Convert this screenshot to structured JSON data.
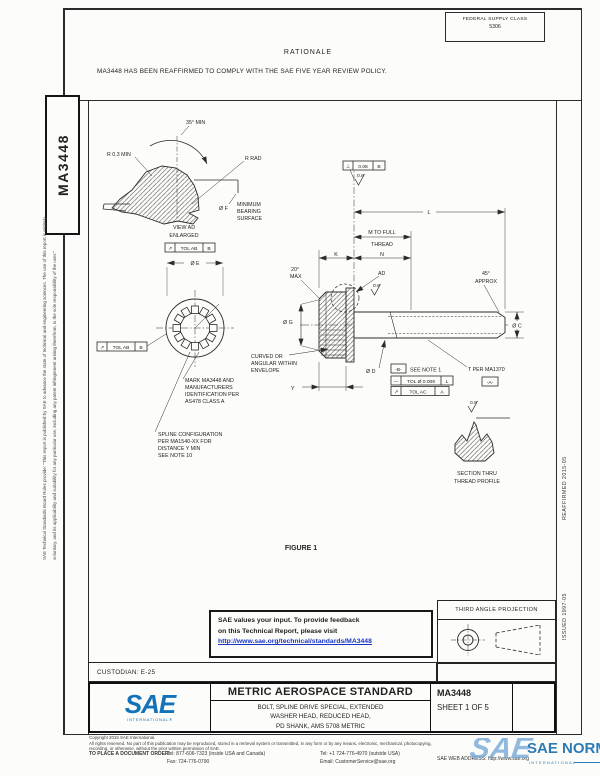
{
  "rationale": {
    "heading": "RATIONALE",
    "body": "MA3448 HAS BEEN REAFFIRMED TO COMPLY WITH THE SAE FIVE YEAR REVIEW POLICY."
  },
  "fsc_box": {
    "label": "FEDERAL SUPPLY CLASS",
    "value": "5306"
  },
  "side_tab": {
    "doc_number": "MA3448"
  },
  "margins": {
    "left_line1": "SAE Technical Standards Board Rules provide: \"This report is published by SAE to advance the state of technical and engineering sciences. The use of this report is entirely",
    "left_line2": "voluntary, and its applicability and suitability for any particular use, including any patent infringement arising therefrom, is the sole responsibility of the user.\"",
    "issued": "ISSUED 1997-05",
    "reaffirmed": "REAFFIRMED 2015-05"
  },
  "figure": {
    "caption": "FIGURE 1",
    "view_ad": {
      "angle": "35° MIN",
      "r_min": "R 0.3 MIN",
      "r_rad": "R RAD",
      "dia_f": "Ø F",
      "bearing": [
        "MINIMUM",
        "BEARING",
        "SURFACE"
      ],
      "caption": [
        "VIEW AD",
        "ENLARGED"
      ]
    },
    "fcf_top": {
      "sym": "↗",
      "tol": "TOL AB",
      "datum": "B"
    },
    "fcf_left": {
      "sym": "↗",
      "tol": "TOL AB",
      "datum": "B"
    },
    "dia_e": "Ø E",
    "mark_note": [
      "MARK MA3448 AND",
      "MANUFACTURERS",
      "IDENTIFICATION PER",
      "AS478 CLASS A"
    ],
    "spline_note": [
      "SPLINE CONFIGURATION",
      "PER MA1540-XX FOR",
      "DISTANCE Y MIN",
      "SEE NOTE 10"
    ],
    "perp_fcf": {
      "sym": "⊥",
      "tol": "0.08",
      "datum": "B"
    },
    "roughness": "0.8",
    "dims": {
      "l": "L",
      "m": [
        "M TO FULL",
        "THREAD"
      ],
      "k": "K",
      "n": "N",
      "y": "Y",
      "dia_g": "Ø G",
      "dia_c": "Ø C",
      "dia_d": "Ø D"
    },
    "labels": {
      "ad": "AD",
      "angle20": [
        "20°",
        "MAX"
      ],
      "angle45": [
        "45°",
        "APPROX"
      ],
      "curved": [
        "CURVED OR",
        "ANGULAR WITHIN",
        "ENVELOPE"
      ],
      "thread": "T PER MA1370",
      "see_note": "SEE NOTE 1",
      "datum_a": "-A-",
      "datum_b": "-B-",
      "section": [
        "SECTION THRU",
        "THREAD PROFILE"
      ]
    },
    "fcf_straight": {
      "sym": "—",
      "tol": "TOL Ø 0.009",
      "mod": "L"
    },
    "fcf_runout": {
      "sym": "↗",
      "tol": "TOL AC",
      "datum": "A"
    }
  },
  "feedback_box": {
    "line1": "SAE values your input. To provide feedback",
    "line2": "on this Technical Report, please visit",
    "link": "http://www.sae.org/technical/standards/MA3448"
  },
  "projection_box": {
    "title": "THIRD ANGLE PROJECTION"
  },
  "custodian": {
    "label": "CUSTODIAN: E-25"
  },
  "title_block": {
    "standard_type": "METRIC AEROSPACE STANDARD",
    "title_lines": [
      "BOLT, SPLINE DRIVE SPECIAL, EXTENDED",
      "WASHER HEAD, REDUCED HEAD,",
      "PD SHANK, AMS 5708 METRIC"
    ],
    "doc_number": "MA3448",
    "sheet": "SHEET 1 OF 5",
    "logo": {
      "text": "SAE",
      "sub": "INTERNATIONAL®"
    }
  },
  "footer": {
    "copyright": "Copyright 2015 SAE International.",
    "rights_line1": "All rights reserved. No part of this publication may be reproduced, stored in a retrieval system or transmitted, in any form or by any means, electronic, mechanical, photocopying,",
    "rights_line2": "recording, or otherwise, without the prior written permission of SAE.",
    "order_label": "TO PLACE A DOCUMENT ORDER:",
    "tel_na": "Tel: 877-606-7323 (inside USA and Canada)",
    "fax": "Fax: 724-776-0790",
    "tel_intl": "Tel: +1 724-776-4970 (outside USA)",
    "email": "Email: CustomerService@sae.org",
    "web": "SAE WEB ADDRESS: http://www.sae.org"
  },
  "watermark": {
    "logo": "SAE",
    "name": "SAE NORM",
    "sub": "INTERNATIONAL"
  },
  "colors": {
    "ink": "#232323",
    "link_blue": "#1a35c4",
    "sae_blue": "#1273b8",
    "watermark_blue": "#7aaed6"
  }
}
